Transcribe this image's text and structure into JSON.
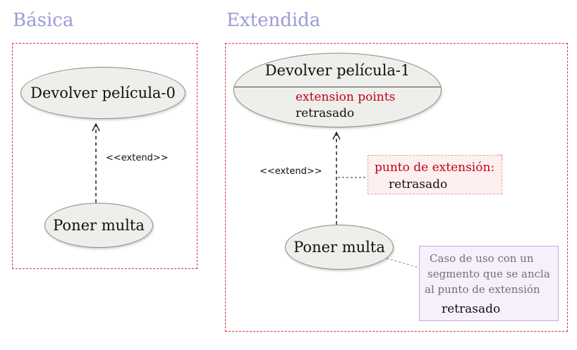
{
  "sections": {
    "basic_title": "Básica",
    "extended_title": "Extendida"
  },
  "basic": {
    "base_use_case": "Devolver película-0",
    "extending_use_case": "Poner multa",
    "relationship_label": "<<extend>>"
  },
  "extended": {
    "base_use_case": "Devolver película-1",
    "extension_points_title": "extension points",
    "extension_point": "retrasado",
    "extending_use_case": "Poner multa",
    "relationship_label": "<<extend>>",
    "condition_note": {
      "title": "punto de extensión:",
      "value": "retrasado"
    },
    "explanation_note": {
      "line1": "Caso de uso con un",
      "line2": "segmento que se ancla",
      "line3": "al punto de extensión",
      "value": "retrasado"
    }
  },
  "colors": {
    "section_title": "#9b9bd6",
    "frame_border": "#e0303a",
    "extension_points": "#c0001a",
    "use_case_fill": "#eeeeea"
  }
}
